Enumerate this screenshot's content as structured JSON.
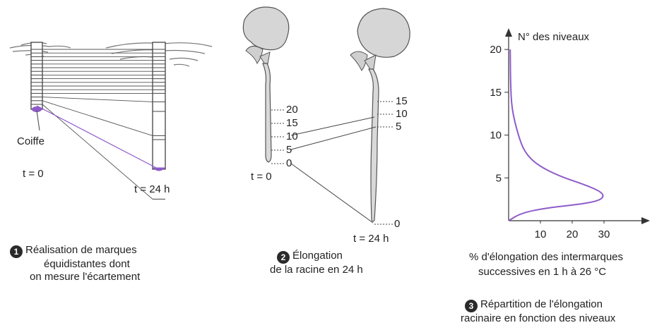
{
  "colors": {
    "accent": "#8e5bc9",
    "line": "#333333",
    "organ": "#d6d6d6"
  },
  "panel1": {
    "number": "1",
    "coiffe": "Coiffe",
    "t0": "t = 0",
    "t24": "t = 24 h",
    "caption_l1": "Réalisation de marques",
    "caption_l2": "équidistantes dont",
    "caption_l3": "on mesure l'écartement"
  },
  "panel2": {
    "number": "2",
    "t0": "t = 0",
    "t24": "t = 24 h",
    "marks_t0": [
      "20",
      "15",
      "10",
      "5",
      "0"
    ],
    "marks_t24": [
      "15",
      "10",
      "5",
      "0"
    ],
    "caption_l1": "Élongation",
    "caption_l2": "de  la racine en 24 h"
  },
  "panel3": {
    "number": "3",
    "caption_l1": "Répartition de l'élongation",
    "caption_l2": "racinaire en fonction des niveaux"
  },
  "chart_data": {
    "type": "line",
    "ylabel": "N° des niveaux",
    "xlabel_l1": "% d'élongation des intermarques",
    "xlabel_l2": "successives en 1 h à 26 °C",
    "xticks": [
      "10",
      "20",
      "30"
    ],
    "yticks": [
      "5",
      "10",
      "15",
      "20"
    ],
    "xlim": [
      0,
      40
    ],
    "ylim": [
      0,
      21
    ],
    "series": [
      {
        "x": [
          0,
          4,
          12,
          22,
          28,
          30,
          29,
          24,
          16,
          9,
          5,
          3,
          1,
          0.6,
          0.5
        ],
        "y": [
          0,
          0.9,
          1.5,
          1.9,
          2.3,
          2.8,
          3.4,
          4.2,
          5.2,
          6.5,
          8,
          10,
          13,
          16,
          20
        ]
      }
    ],
    "grid": false
  }
}
